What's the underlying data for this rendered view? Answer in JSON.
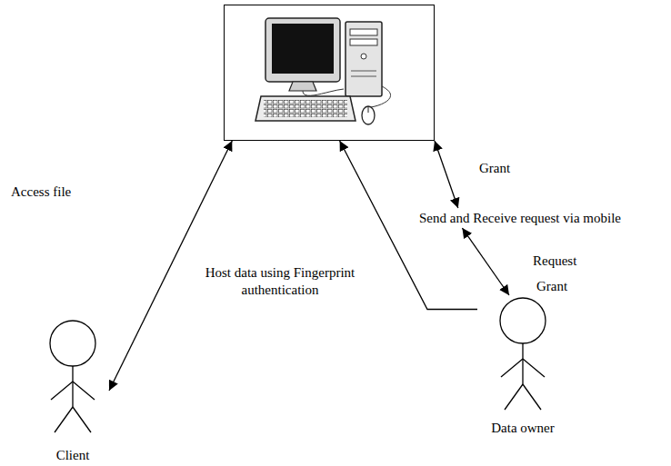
{
  "diagram": {
    "nodes": [
      {
        "text": []
      },
      {
        "text": [
          "Send and Receive request via mobile"
        ]
      },
      {
        "text": [
          "Client"
        ]
      },
      {
        "text": [
          "Data owner"
        ]
      }
    ],
    "edges": [
      {
        "from": 2,
        "to": 0,
        "arrow": "both"
      },
      {
        "from": 3,
        "to": 0,
        "arrow": "to"
      },
      {
        "from": 0,
        "to": 1,
        "arrow": "both"
      },
      {
        "from": 1,
        "to": 3,
        "arrow": "both"
      }
    ],
    "labels": [
      "Access file",
      "Host data using Fingerprint authentication",
      "Grant",
      "Request",
      "Grant"
    ]
  }
}
